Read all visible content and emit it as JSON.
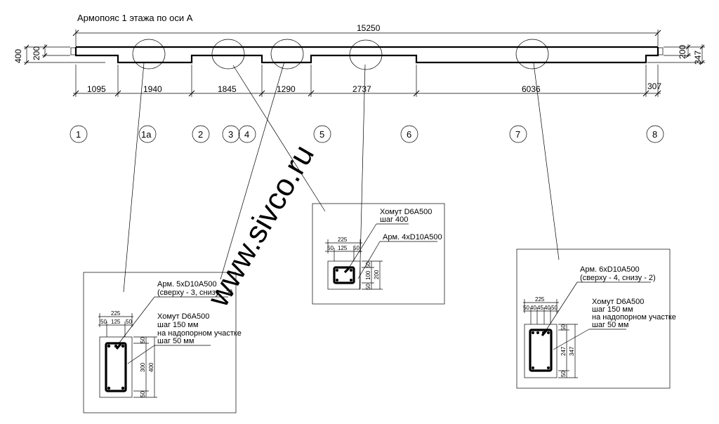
{
  "title": "Армопояс 1 этажа по оси А",
  "watermark": "www.sivco.ru",
  "beam": {
    "total_length": "15250",
    "height_left_outer": "400",
    "height_left_inner": "200",
    "height_right_inner": "200",
    "height_right_outer": "347",
    "segments": [
      "1095",
      "1940",
      "1845",
      "1290",
      "2737",
      "6036",
      "307"
    ]
  },
  "axes": [
    "1",
    "1а",
    "2",
    "3",
    "4",
    "5",
    "6",
    "7",
    "8"
  ],
  "sections": {
    "left": {
      "note_rebar": [
        "Арм. 5хD10A500",
        "(сверху - 3, снизу - 2)"
      ],
      "note_stirrup": [
        "Хомут D6A500",
        "шаг 150 мм",
        "на надопорном участке",
        "шаг 50 мм"
      ],
      "width": "225",
      "width_parts": [
        "50",
        "125",
        "50"
      ],
      "height_parts": [
        "50",
        "300",
        "50"
      ],
      "height_total": "400"
    },
    "middle": {
      "note_stirrup": [
        "Хомут D6A500",
        "шаг 400"
      ],
      "note_rebar": [
        "Арм. 4хD10A500"
      ],
      "width": "225",
      "width_parts": [
        "50",
        "125",
        "50"
      ],
      "height_parts": [
        "50",
        "100",
        "50"
      ],
      "height_total": "200"
    },
    "right": {
      "note_rebar": [
        "Арм. 6хD10A500",
        "(сверху - 4, снизу - 2)"
      ],
      "note_stirrup": [
        "Хомут D6A500",
        "шаг 150 мм",
        "на надопорном участке",
        "шаг 50 мм"
      ],
      "width": "225",
      "width_parts": [
        "50",
        "40",
        "45",
        "40",
        "50"
      ],
      "height_parts": [
        "50",
        "247",
        "50"
      ],
      "height_total": "347"
    }
  }
}
